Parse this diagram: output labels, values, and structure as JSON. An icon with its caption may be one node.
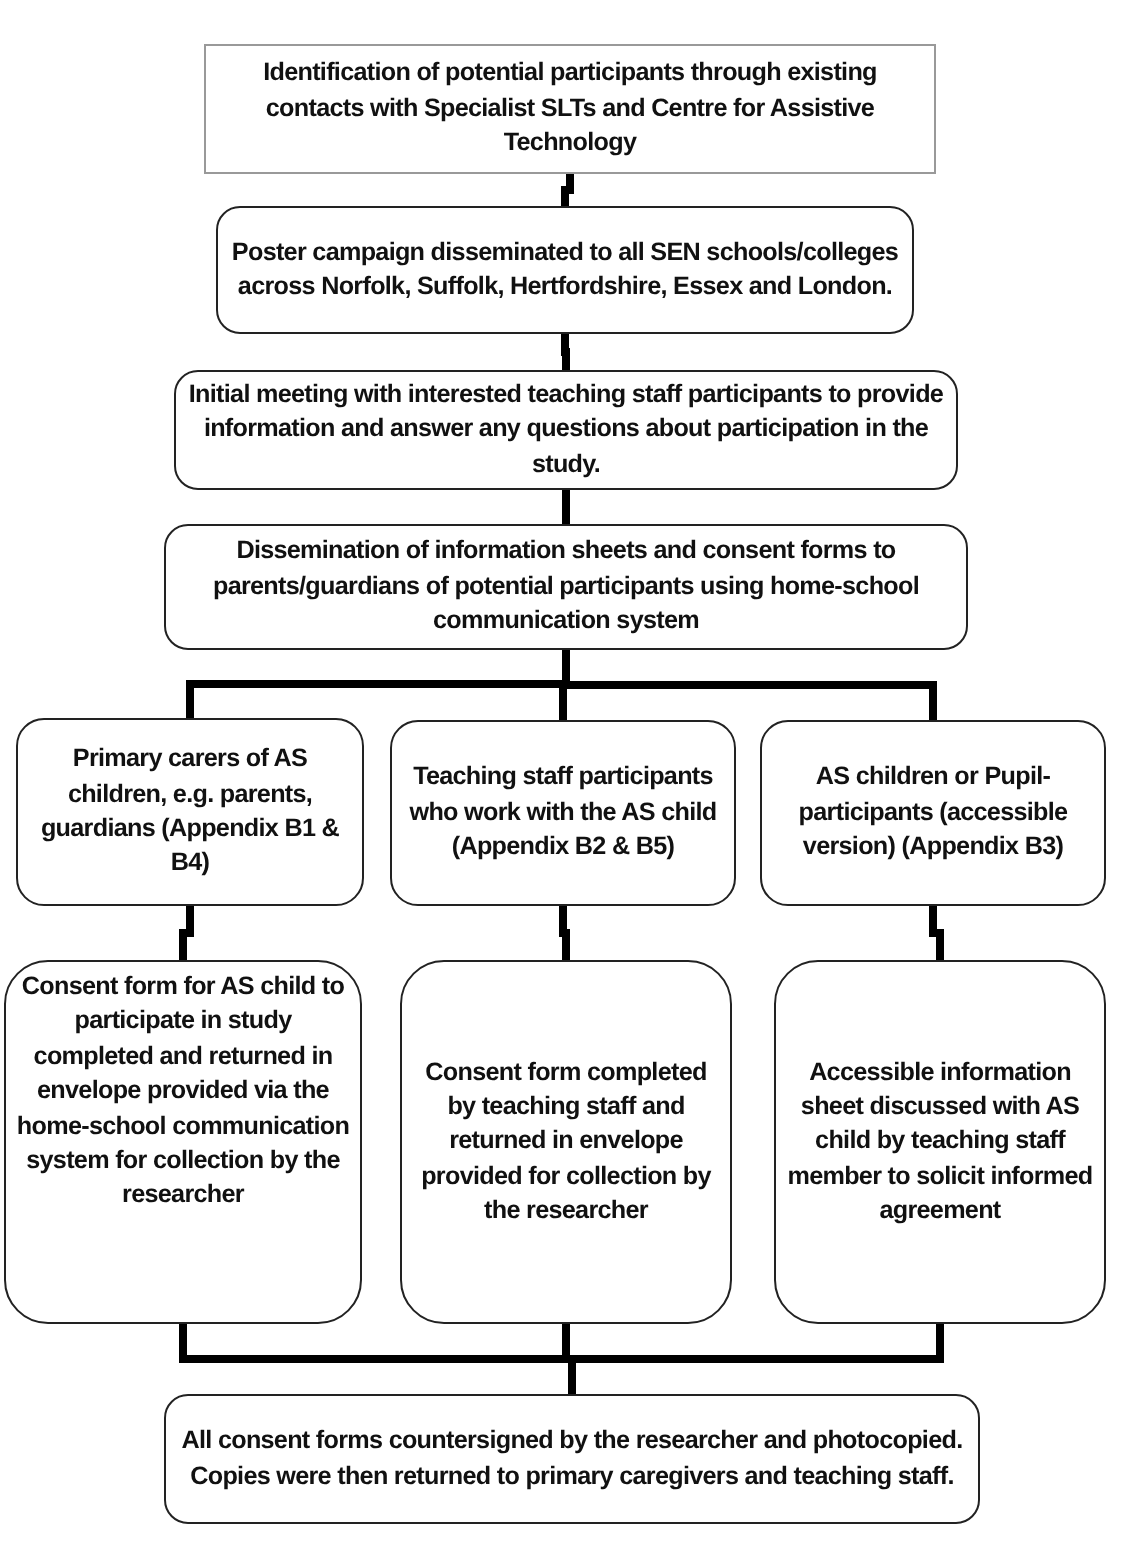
{
  "diagram": {
    "nodes": [
      {
        "text": [
          "Identification of potential participants through existing contacts with Specialist SLTs and Centre for Assistive Technology"
        ]
      },
      {
        "text": [
          "Poster campaign disseminated to all SEN schools/colleges across Norfolk, Suffolk, Hertfordshire, Essex and London."
        ]
      },
      {
        "text": [
          "Initial meeting with interested teaching staff participants to provide information and answer any questions about participation in the study."
        ]
      },
      {
        "text": [
          "Dissemination of information sheets and consent forms to parents/guardians of potential participants using home-school communication system"
        ]
      },
      {
        "text": [
          "Primary carers of AS children, e.g. parents, guardians (Appendix B1 & B4)"
        ]
      },
      {
        "text": [
          "Teaching staff participants who work with the AS child (Appendix B2 & B5)"
        ]
      },
      {
        "text": [
          "AS children or Pupil-participants (accessible version) (Appendix B3)"
        ]
      },
      {
        "text": [
          "Consent form for AS child to participate in study completed and returned in envelope provided via the home-school communication system for collection by the researcher"
        ]
      },
      {
        "text": [
          "Consent form completed by teaching staff and returned in envelope provided for collection by the researcher"
        ]
      },
      {
        "text": [
          "Accessible information sheet discussed with AS child by teaching staff member to solicit informed agreement"
        ]
      },
      {
        "text": [
          "All consent forms countersigned by the researcher and photocopied.  Copies were then returned to primary caregivers and teaching staff."
        ]
      }
    ],
    "edges": [
      {
        "from": 0,
        "to": 1,
        "arrow": "none"
      },
      {
        "from": 1,
        "to": 2,
        "arrow": "none"
      },
      {
        "from": 2,
        "to": 3,
        "arrow": "none"
      },
      {
        "from": 3,
        "to": 4,
        "arrow": "none"
      },
      {
        "from": 3,
        "to": 5,
        "arrow": "none"
      },
      {
        "from": 3,
        "to": 6,
        "arrow": "none"
      },
      {
        "from": 4,
        "to": 7,
        "arrow": "none"
      },
      {
        "from": 5,
        "to": 8,
        "arrow": "none"
      },
      {
        "from": 6,
        "to": 9,
        "arrow": "none"
      },
      {
        "from": 7,
        "to": 10,
        "arrow": "none"
      },
      {
        "from": 8,
        "to": 10,
        "arrow": "none"
      },
      {
        "from": 9,
        "to": 10,
        "arrow": "none"
      }
    ]
  }
}
